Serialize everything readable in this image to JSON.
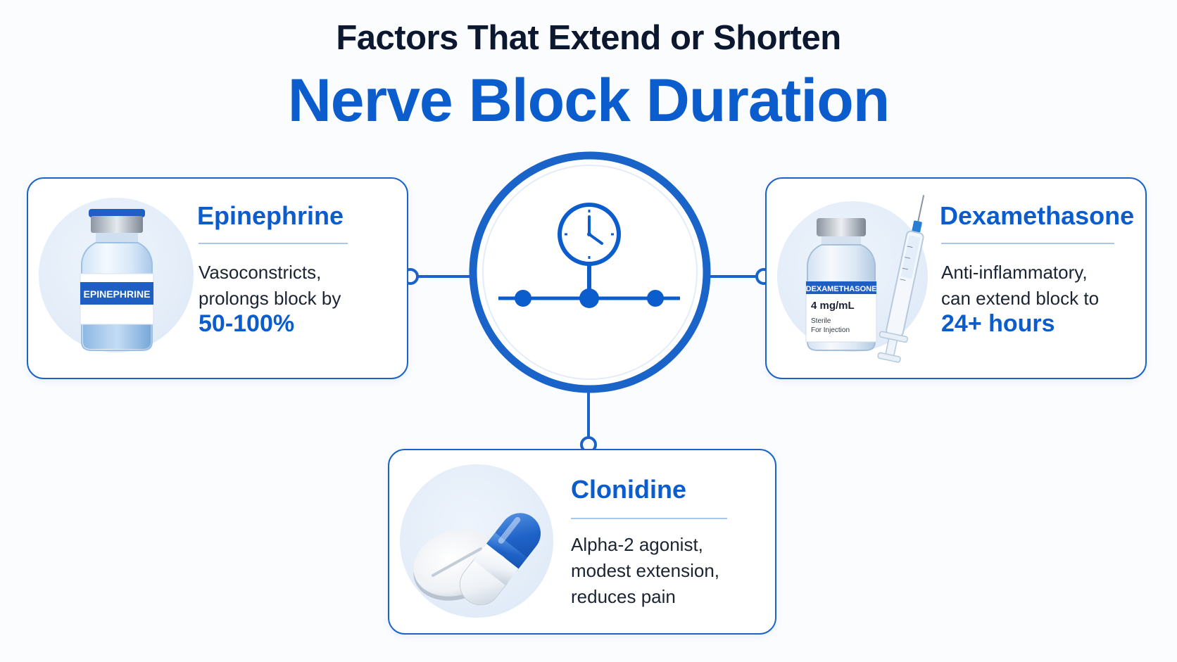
{
  "title": {
    "line1": "Factors That Extend or Shorten",
    "line2": "Nerve Block Duration"
  },
  "center": {
    "icon": "clock-timeline-icon"
  },
  "factors": [
    {
      "name": "Epinephrine",
      "desc": [
        "Vasoconstricts,",
        "prolongs block by"
      ],
      "highlight": "50-100%",
      "icon": "vial-icon",
      "vial_label": "EPINEPHRINE"
    },
    {
      "name": "Dexamethasone",
      "desc": [
        "Anti-inflammatory,",
        "can extend block to"
      ],
      "highlight": "24+ hours",
      "icon": "vial-syringe-icon",
      "vial_label": "DEXAMETHASONE",
      "vial_dose": "4 mg/mL",
      "vial_note1": "Sterile",
      "vial_note2": "For Injection"
    },
    {
      "name": "Clonidine",
      "desc": [
        "Alpha-2 agonist,",
        "modest extension,",
        "reduces pain"
      ],
      "icon": "pill-capsule-icon"
    }
  ],
  "colors": {
    "accent": "#0b5ccc",
    "title_dark": "#0b1830",
    "border": "#1a64c9"
  }
}
